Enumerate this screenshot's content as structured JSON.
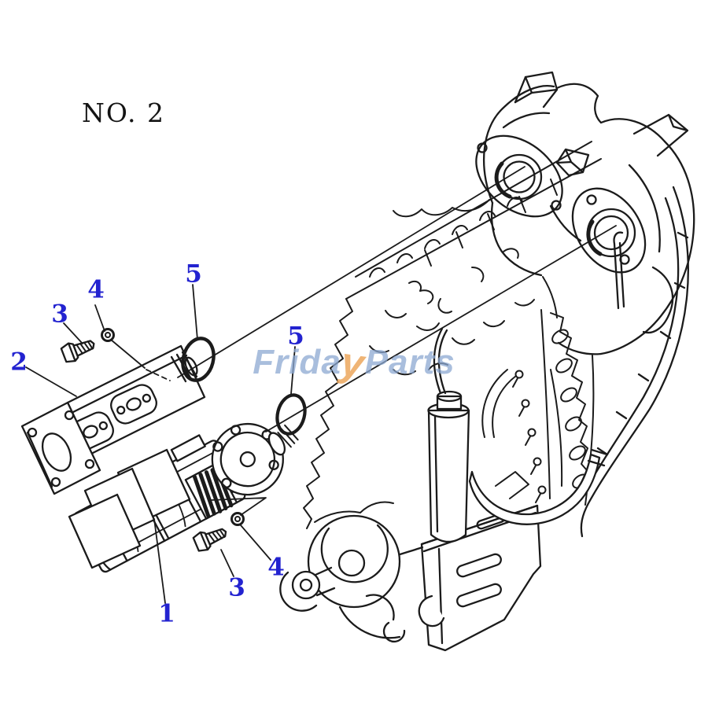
{
  "page": {
    "title": "NO. 2",
    "alt": "Exploded-view line drawing: hydraulic gear pump assembly with bolts, washers and O-rings aligned to two mounting bores on an engine flywheel housing"
  },
  "watermark": {
    "full_text": "FridayParts",
    "part1": "Frida",
    "part2": "y",
    "part3": "Parts",
    "text_color": "rgba(140,168,209,0.85)",
    "accent_color": "#edaa63"
  },
  "diagram": {
    "callouts": [
      {
        "label": "2"
      },
      {
        "label": "3"
      },
      {
        "label": "4"
      },
      {
        "label": "5"
      },
      {
        "label": "5"
      },
      {
        "label": "1"
      },
      {
        "label": "3"
      },
      {
        "label": "4"
      }
    ]
  },
  "colors": {
    "background": "#ffffff",
    "line": "#1b1b1b",
    "callout_number": "#2323d0"
  }
}
